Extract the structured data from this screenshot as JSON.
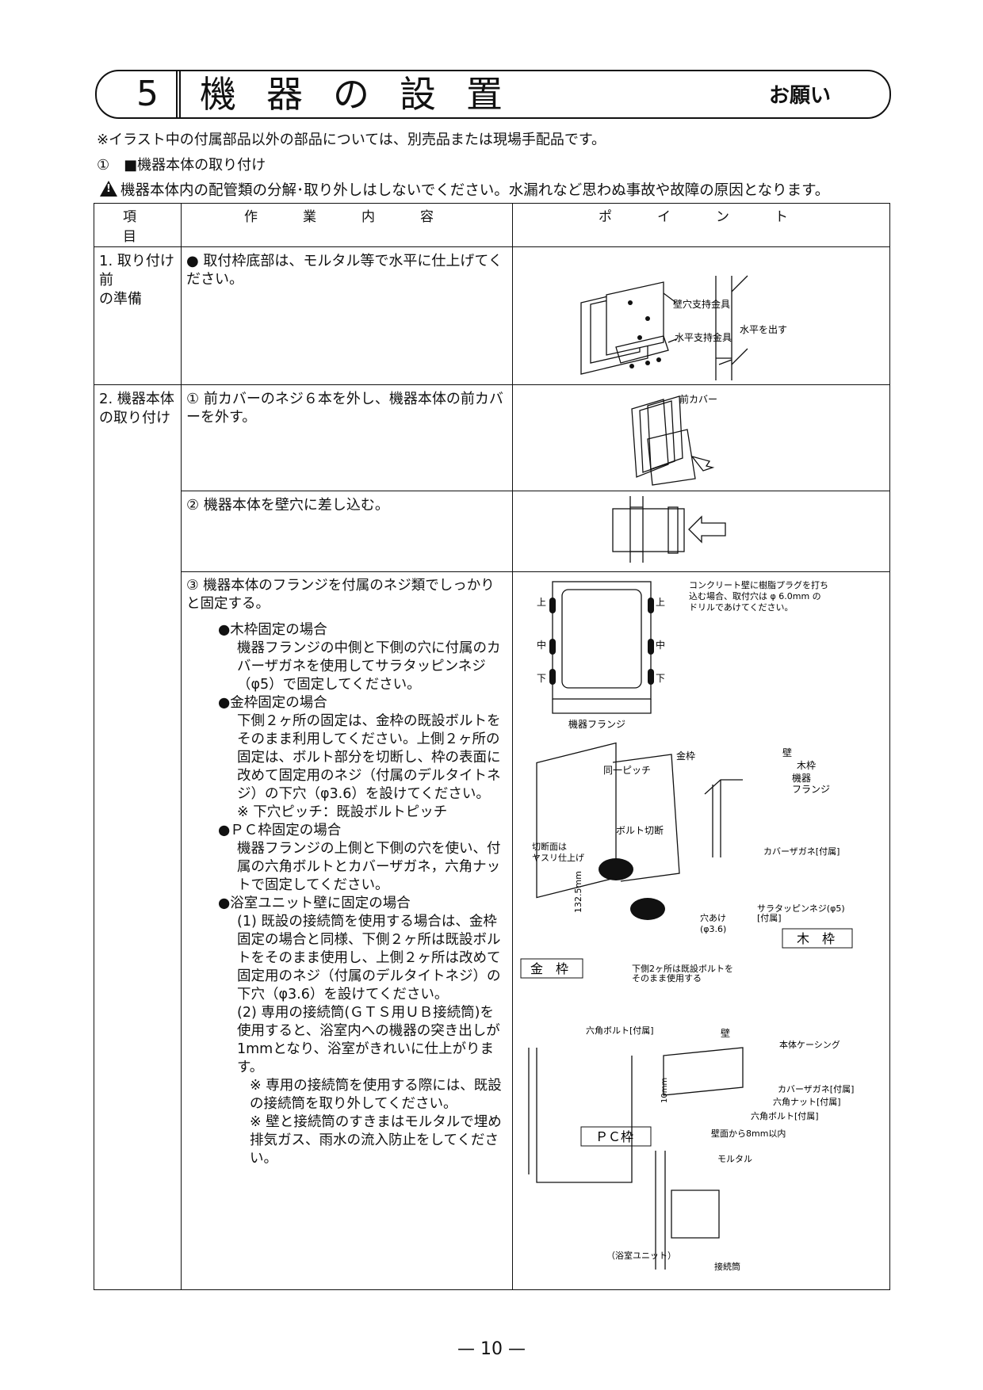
{
  "header": {
    "number": "5",
    "title": "機器の設置",
    "request": "お願い"
  },
  "notes": {
    "n1": "※イラスト中の付属部品以外の部品については、別売品または現場手配品です。",
    "n2": "①　■機器本体の取り付け",
    "warning": "機器本体内の配管類の分解･取り外しはしないでください。水漏れなど思わぬ事故や故障の原因となります。"
  },
  "table": {
    "headers": [
      "項　目",
      "作　業　内　容",
      "ポ　イ　ン　ト"
    ],
    "row1": {
      "item": "1. 取り付け前\nの準備",
      "text": "● 取付枠底部は、モルタル等で水平に仕上げてください。",
      "labels": {
        "a": "壁穴支持金具",
        "b": "水平支持金具",
        "c": "水平を出す"
      }
    },
    "row2": {
      "item": "2. 機器本体\nの取り付け",
      "text": "① 前カバーのネジ６本を外し、機器本体の前カバーを外す。",
      "labels": {
        "a": "前カバー"
      }
    },
    "row3": {
      "text": "② 機器本体を壁穴に差し込む。"
    },
    "row4": {
      "intro": "③ 機器本体のフランジを付属のネジ類でしっかりと固定する。",
      "wood_h": "●木枠固定の場合",
      "wood_t": "機器フランジの中側と下側の穴に付属のカバーザガネを使用してサラタッピンネジ（φ5）で固定してください。",
      "metal_h": "●金枠固定の場合",
      "metal_t": "下側２ヶ所の固定は、金枠の既設ボルトをそのまま利用してください。上側２ヶ所の固定は、ボルト部分を切断し、枠の表面に改めて固定用のネジ（付属のデルタイトネジ）の下穴（φ3.6）を設けてください。",
      "metal_note": "※ 下穴ピッチ：既設ボルトピッチ",
      "pc_h": "●ＰＣ枠固定の場合",
      "pc_t": "機器フランジの上側と下側の穴を使い、付属の六角ボルトとカバーザガネ，六角ナットで固定してください。",
      "ub_h": "●浴室ユニット壁に固定の場合",
      "ub_1": "(1) 既設の接続筒を使用する場合は、金枠固定の場合と同様、下側２ヶ所は既設ボルトをそのまま使用し、上側２ヶ所は改めて固定用のネジ（付属のデルタイトネジ）の下穴（φ3.6）を設けてください。",
      "ub_2": "(2) 専用の接続筒(ＧＴＳ用ＵＢ接続筒)を使用すると、浴室内への機器の突き出しが1mmとなり、浴室がきれいに仕上がります。",
      "ub_n1": "※ 専用の接続筒を使用する際には、既設の接続筒を取り外してください。",
      "ub_n2": "※ 壁と接続筒のすきまはモルタルで埋め排気ガス、雨水の流入防止をしてください。",
      "fig": {
        "note": "コンクリート壁に樹脂プラグを打ち込む場合、取付穴は φ 6.0mm のドリルであけてください。",
        "up": "上",
        "mid": "中",
        "low": "下",
        "flange": "機器フランジ",
        "pitch": "同一ピッチ",
        "kanawaku": "金枠",
        "cut": "ボルト切断",
        "cutface": "切断面は\nヤスリ仕上げ",
        "dim": "132.5mm",
        "hole": "穴あけ\n(φ3.6)",
        "lowbolt": "下側2ヶ所は既設ボルトを\nそのまま使用する",
        "box_metal": "金　枠",
        "wall": "壁",
        "wood": "木枠",
        "flange2": "機器\nフランジ",
        "washer": "カバーザガネ[付属]",
        "screw": "サラタッピンネジ(φ5)\n[付属]",
        "box_wood": "木　枠",
        "hexbolt": "六角ボルト[付属]",
        "casing": "本体ケーシング",
        "washer2": "カバーザガネ[付属]",
        "hexnut": "六角ナット[付属]",
        "hexbolt2": "六角ボルト[付属]",
        "tenmm": "10mm",
        "within": "壁面から8mm以内",
        "box_pc": "ＰＣ枠",
        "mortar": "モルタル",
        "unit": "（浴室ユニット）",
        "tube": "接続筒"
      }
    }
  },
  "page": "— 10 —"
}
